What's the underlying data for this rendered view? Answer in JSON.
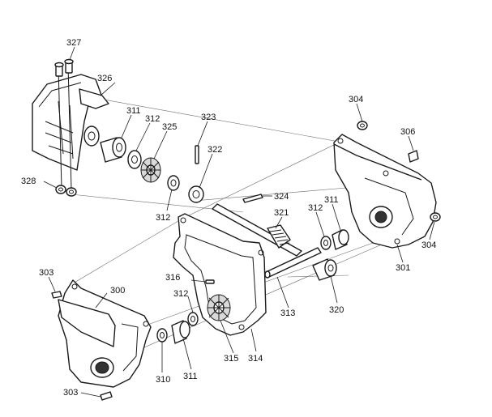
{
  "diagram": {
    "callouts": [
      {
        "id": "c300",
        "text": "300"
      },
      {
        "id": "c301",
        "text": "301"
      },
      {
        "id": "c303a",
        "text": "303"
      },
      {
        "id": "c303b",
        "text": "303"
      },
      {
        "id": "c304a",
        "text": "304"
      },
      {
        "id": "c304b",
        "text": "304"
      },
      {
        "id": "c306",
        "text": "306"
      },
      {
        "id": "c310",
        "text": "310"
      },
      {
        "id": "c311a",
        "text": "311"
      },
      {
        "id": "c311b",
        "text": "311"
      },
      {
        "id": "c311c",
        "text": "311"
      },
      {
        "id": "c312a",
        "text": "312"
      },
      {
        "id": "c312b",
        "text": "312"
      },
      {
        "id": "c312c",
        "text": "312"
      },
      {
        "id": "c312d",
        "text": "312"
      },
      {
        "id": "c313",
        "text": "313"
      },
      {
        "id": "c314",
        "text": "314"
      },
      {
        "id": "c315",
        "text": "315"
      },
      {
        "id": "c316",
        "text": "316"
      },
      {
        "id": "c320",
        "text": "320"
      },
      {
        "id": "c321",
        "text": "321"
      },
      {
        "id": "c322",
        "text": "322"
      },
      {
        "id": "c323",
        "text": "323"
      },
      {
        "id": "c324",
        "text": "324"
      },
      {
        "id": "c325",
        "text": "325"
      },
      {
        "id": "c326",
        "text": "326"
      },
      {
        "id": "c327",
        "text": "327"
      },
      {
        "id": "c328",
        "text": "328"
      }
    ]
  }
}
